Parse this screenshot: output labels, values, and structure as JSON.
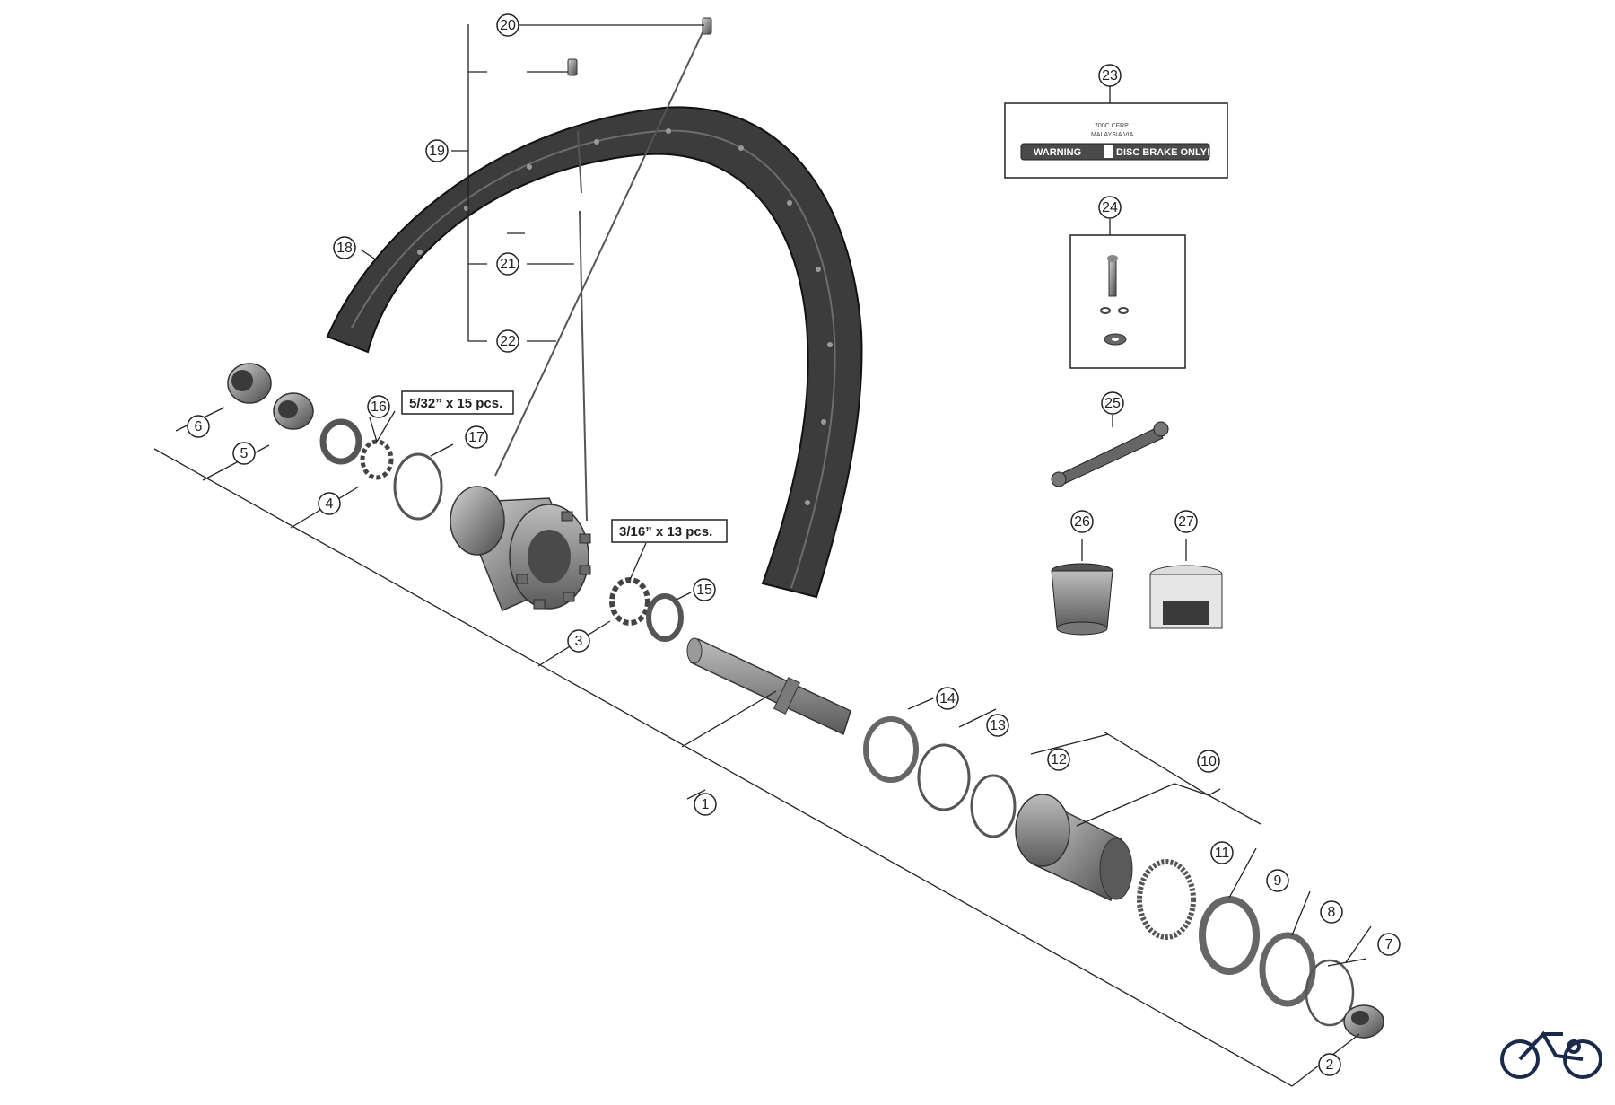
{
  "callouts": [
    "1",
    "2",
    "3",
    "4",
    "5",
    "6",
    "7",
    "8",
    "9",
    "10",
    "11",
    "12",
    "13",
    "14",
    "15",
    "16",
    "17",
    "18",
    "19",
    "20",
    "21",
    "22",
    "23",
    "24",
    "25",
    "26",
    "27"
  ],
  "spec_labels": {
    "front_bearing_balls": "5/32” x 15 pcs.",
    "rear_bearing_balls": "3/16” x 13 pcs."
  },
  "decal": {
    "line1": "700C  CFRP",
    "line2": "MALAYSIA  VIA",
    "warning": "WARNING",
    "disc": "DISC BRAKE ONLY!"
  },
  "icons": {
    "logo": "bicycle-icon",
    "logo_color": "#1a2a4a"
  }
}
